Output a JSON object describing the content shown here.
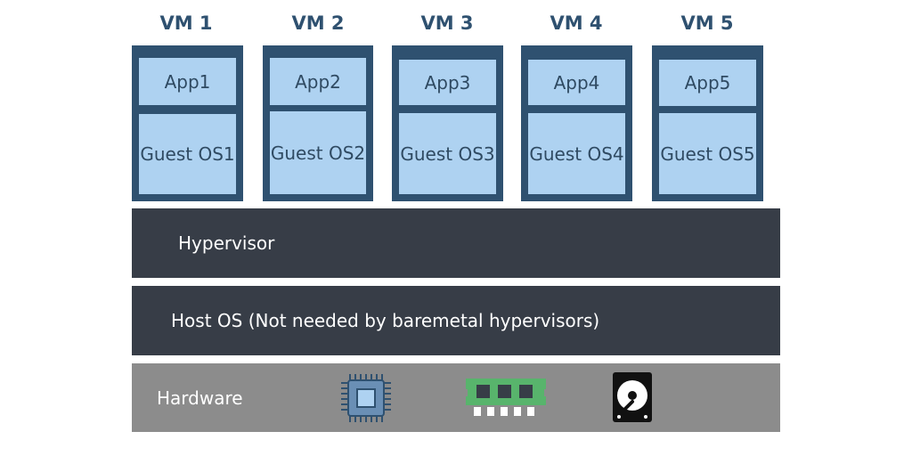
{
  "vms": [
    {
      "title": "VM 1",
      "app": "App1",
      "os": "Guest OS1"
    },
    {
      "title": "VM 2",
      "app": "App2",
      "os": "Guest OS2"
    },
    {
      "title": "VM 3",
      "app": "App3",
      "os": "Guest OS3"
    },
    {
      "title": "VM 4",
      "app": "App4",
      "os": "Guest OS4"
    },
    {
      "title": "VM 5",
      "app": "App5",
      "os": "Guest OS5"
    }
  ],
  "layers": {
    "hypervisor": "Hypervisor",
    "host_os": "Host OS (Not needed by baremetal hypervisors)",
    "hardware": "Hardware"
  },
  "hardware_icons": [
    "cpu-icon",
    "ram-icon",
    "hard-drive-icon"
  ],
  "colors": {
    "vm_frame": "#2f5170",
    "vm_fill": "#aed2f1",
    "dark_layer": "#373d47",
    "hardware_layer": "#8c8c8c",
    "ram_green": "#58b46c"
  }
}
